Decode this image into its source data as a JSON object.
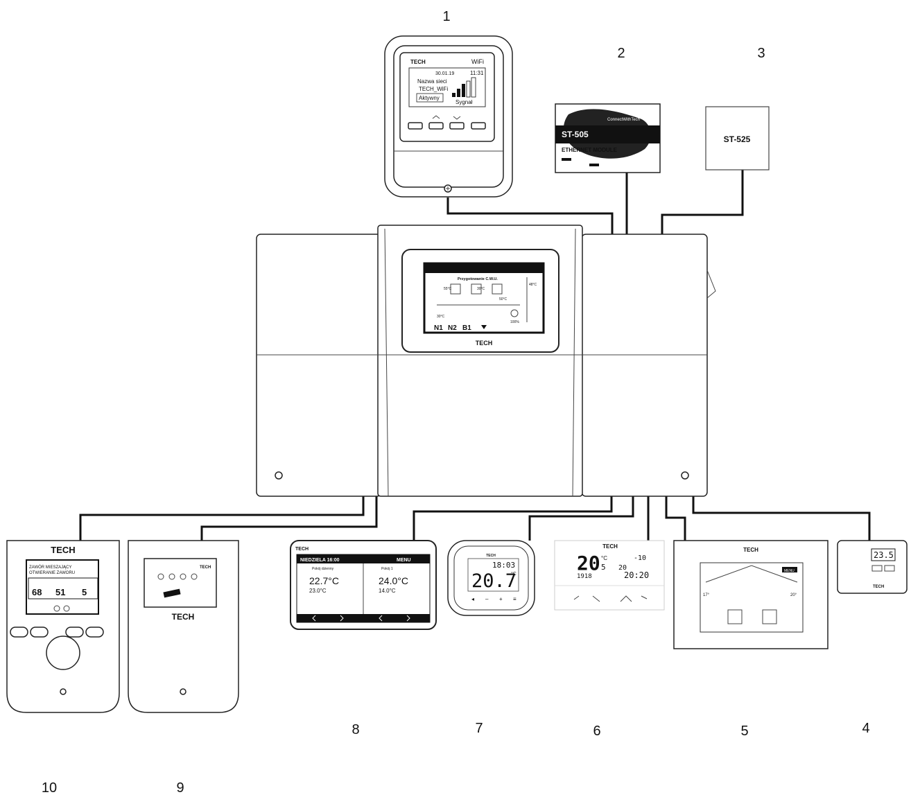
{
  "numbers": {
    "n1": "1",
    "n2": "2",
    "n3": "3",
    "n4": "4",
    "n5": "5",
    "n6": "6",
    "n7": "7",
    "n8": "8",
    "n9": "9",
    "n10": "10"
  },
  "brand": "TECH",
  "device1": {
    "wifi_label": "WiFi",
    "date": "30.01.19",
    "time": "11:31",
    "network_caption": "Nazwa sieci",
    "network_name": "TECH_WiFi",
    "status": "Aktywny",
    "signal_label": "Sygnał"
  },
  "module_st505": {
    "title": "ST-505",
    "subtitle": "ETHERNET MODULE",
    "tagline": "ConnectWithTech"
  },
  "module_st525": {
    "title": "ST-525"
  },
  "main_controller": {
    "screen_title": "Przygotowanie C.W.U.",
    "tabs": [
      "N1",
      "N2",
      "B1"
    ],
    "values": [
      "55°C",
      "30°C",
      "50°C",
      "48°C",
      "30°C",
      "100%"
    ]
  },
  "device4": {
    "value": "23.5"
  },
  "device5": {
    "menu": "MENU",
    "temp_left": "17°",
    "temp_right": "20°"
  },
  "device6": {
    "temp_main": "20",
    "temp_frac": "5",
    "unit": "°C",
    "outdoor": "-10",
    "setpoint": "20",
    "time": "20:20",
    "date": "1918"
  },
  "device7": {
    "time": "18:03",
    "temp": "20.7",
    "unit": "°C"
  },
  "device8": {
    "header_day": "NIEDZIELA 16:00",
    "header_menu": "MENU",
    "zone1_name": "Pokój dzienny",
    "zone2_name": "Pokój 1",
    "zone1_temp": "22.7°C",
    "zone1_set": "23.0°C",
    "zone2_temp": "24.0°C",
    "zone2_set": "14.0°C"
  },
  "device9": {
    "brand": "TECH"
  },
  "device10": {
    "line1": "ZAWÓR MIESZAJĄCY",
    "line2": "OTWIERANIE ZAWORU",
    "val1": "68",
    "val2": "51",
    "val3": "5"
  }
}
